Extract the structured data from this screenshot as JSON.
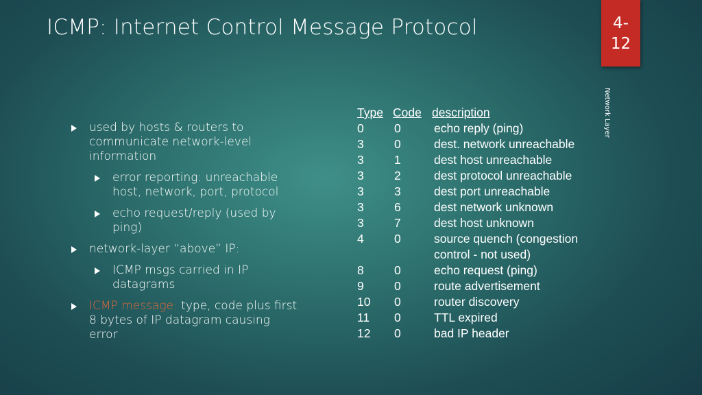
{
  "slide": {
    "title": "ICMP: Internet Control Message Protocol",
    "number_top": "4-",
    "number_bottom": "12",
    "side_label": "Network Layer"
  },
  "bullets": [
    {
      "level": 1,
      "text": "used by hosts & routers to communicate network-level information"
    },
    {
      "level": 2,
      "text": "error reporting: unreachable host, network, port, protocol"
    },
    {
      "level": 2,
      "text": "echo request/reply (used by ping)"
    },
    {
      "level": 1,
      "text": "network-layer “above” IP:"
    },
    {
      "level": 2,
      "text": "ICMP msgs carried in IP datagrams"
    },
    {
      "level": 1,
      "accent": "ICMP message:",
      "text": " type, code plus first 8 bytes of IP datagram causing error"
    }
  ],
  "table": {
    "headers": {
      "type": "Type",
      "code": "Code",
      "description": "description"
    },
    "rows": [
      {
        "type": "0",
        "code": "0",
        "description": "echo reply (ping)"
      },
      {
        "type": "3",
        "code": "0",
        "description": "dest. network unreachable"
      },
      {
        "type": "3",
        "code": "1",
        "description": "dest host unreachable"
      },
      {
        "type": "3",
        "code": "2",
        "description": "dest protocol unreachable"
      },
      {
        "type": "3",
        "code": "3",
        "description": "dest port unreachable"
      },
      {
        "type": "3",
        "code": "6",
        "description": "dest network unknown"
      },
      {
        "type": "3",
        "code": "7",
        "description": "dest host unknown"
      },
      {
        "type": "4",
        "code": "0",
        "description": "source quench (congestion"
      },
      {
        "type": "",
        "code": "",
        "description": "control - not used)"
      },
      {
        "type": "8",
        "code": "0",
        "description": "echo request (ping)"
      },
      {
        "type": "9",
        "code": "0",
        "description": "route advertisement"
      },
      {
        "type": "10",
        "code": "0",
        "description": "router discovery"
      },
      {
        "type": "11",
        "code": "0",
        "description": "TTL expired"
      },
      {
        "type": "12",
        "code": "0",
        "description": "bad IP header"
      }
    ]
  },
  "colors": {
    "background": "#2c6e6c",
    "slide_number_box": "#c42b25",
    "accent_text": "#e3683c"
  }
}
